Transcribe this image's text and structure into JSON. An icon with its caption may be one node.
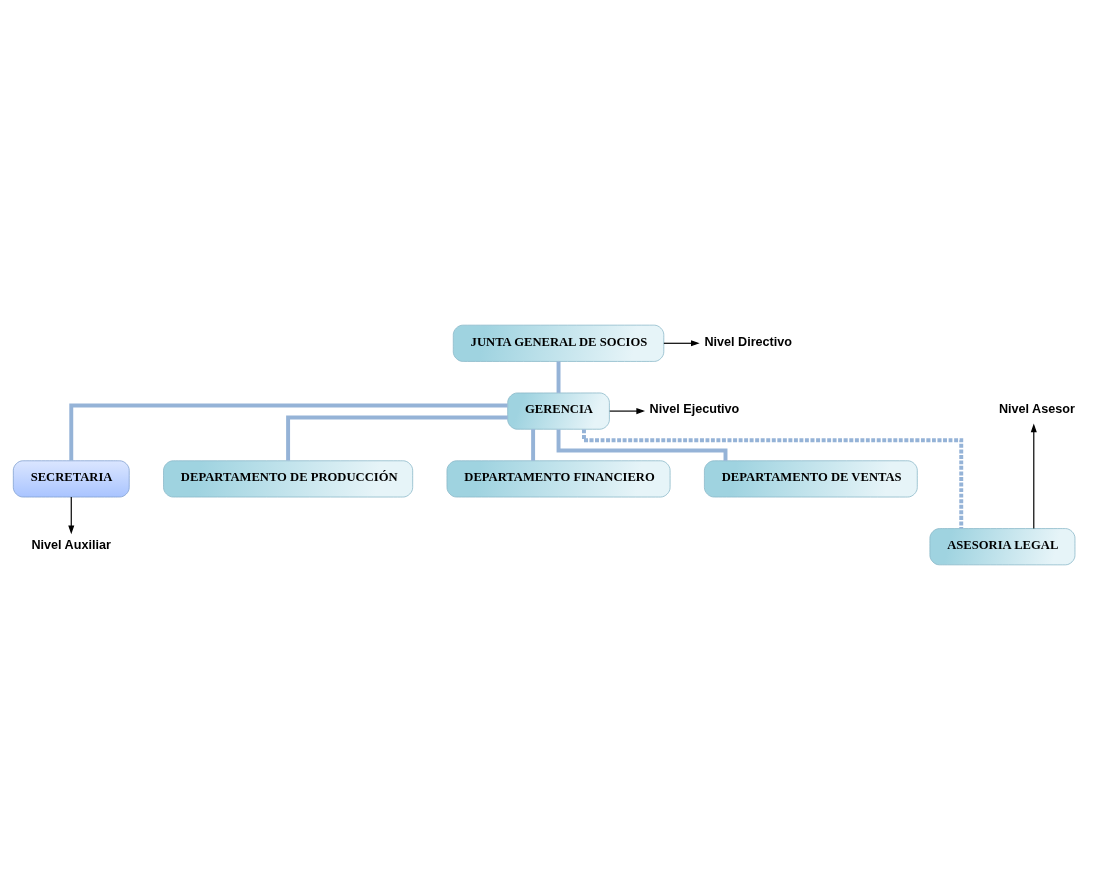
{
  "diagram": {
    "nodes": [
      {
        "text": [
          "Nivel Directivo"
        ]
      },
      {
        "text": [
          "JUNTA GENERAL DE SOCIOS"
        ]
      },
      {
        "text": [
          "Nivel Ejecutivo"
        ]
      },
      {
        "text": [
          "GERENCIA"
        ]
      },
      {
        "text": [
          "Nivel Asesor"
        ]
      },
      {
        "text": [
          "Nivel Auxiliar"
        ]
      },
      {
        "text": [
          "ASESORIA LEGAL"
        ]
      },
      {
        "text": [
          "SECRETARIA"
        ]
      },
      {
        "text": [
          "DEPARTAMENTO DE PRODUCCIÓN"
        ]
      },
      {
        "text": [
          "DEPARTAMENTO FINANCIERO"
        ]
      },
      {
        "text": [
          "DEPARTAMENTO DE VENTAS"
        ]
      }
    ],
    "edges": [
      {
        "from": 1,
        "to": 3,
        "arrow": "none"
      },
      {
        "from": 1,
        "to": 0,
        "arrow": "to",
        "color": "#000000"
      },
      {
        "from": 3,
        "to": 2,
        "arrow": "to",
        "color": "#000000"
      },
      {
        "from": 6,
        "to": 4,
        "arrow": "to",
        "color": "#000000"
      },
      {
        "from": 3,
        "to": 6,
        "arrow": "none",
        "style": "dashed"
      },
      {
        "from": 3,
        "to": 7,
        "arrow": "none"
      },
      {
        "from": 7,
        "to": 5,
        "arrow": "to",
        "color": "#000000"
      },
      {
        "from": 3,
        "to": 8,
        "arrow": "none"
      },
      {
        "from": 3,
        "to": 9,
        "arrow": "none"
      },
      {
        "from": 3,
        "to": 10,
        "arrow": "none"
      }
    ]
  }
}
